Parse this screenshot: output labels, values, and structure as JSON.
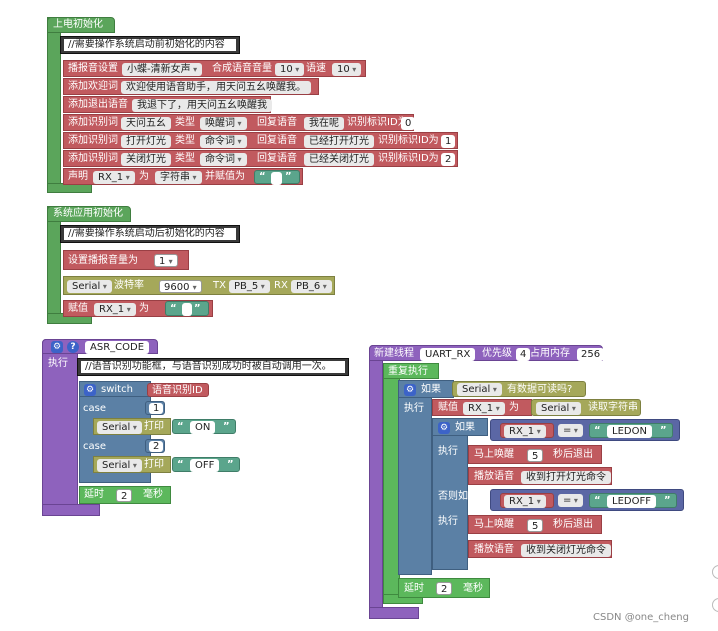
{
  "block1": {
    "hat": "上电初始化",
    "comment": "//需要操作系统启动前初始化的内容",
    "r1": {
      "lbl1": "播报音设置",
      "voice": "小蝶-清新女声",
      "lbl2": "合成语音音量",
      "vol": "10",
      "lbl3": "语速",
      "speed": "10"
    },
    "r2": {
      "lbl": "添加欢迎词",
      "text": "欢迎使用语音助手，用天问五幺唤醒我。"
    },
    "r3": {
      "lbl": "添加退出语音",
      "text": "我退下了，用天问五幺唤醒我"
    },
    "r4": {
      "lbl1": "添加识别词",
      "word": "天问五幺",
      "lbl2": "类型",
      "type": "唤醒词",
      "lbl3": "回复语音",
      "reply": "我在呢",
      "lbl4": "识别标识ID为",
      "id": "0"
    },
    "r5": {
      "lbl1": "添加识别词",
      "word": "打开灯光",
      "lbl2": "类型",
      "type": "命令词",
      "lbl3": "回复语音",
      "reply": "已经打开灯光",
      "lbl4": "识别标识ID为",
      "id": "1"
    },
    "r6": {
      "lbl1": "添加识别词",
      "word": "关闭灯光",
      "lbl2": "类型",
      "type": "命令词",
      "lbl3": "回复语音",
      "reply": "已经关闭灯光",
      "lbl4": "识别标识ID为",
      "id": "2"
    },
    "r7": {
      "lbl1": "声明",
      "var": "RX_1",
      "lbl2": "为",
      "type": "字符串",
      "lbl3": "并赋值为"
    }
  },
  "block2": {
    "hat": "系统应用初始化",
    "comment": "//需要操作系统启动后初始化的内容",
    "r1": {
      "lbl": "设置播报音量为",
      "val": "1"
    },
    "r2": {
      "serial": "Serial",
      "lbl1": "波特率",
      "baud": "9600",
      "lbl2": "TX",
      "tx": "PB_5",
      "lbl3": "RX",
      "rx": "PB_6"
    },
    "r3": {
      "lbl1": "赋值",
      "var": "RX_1",
      "lbl2": "为"
    }
  },
  "block3": {
    "name": "ASR_CODE",
    "exec": "执行",
    "comment": "//语音识别功能框，与语音识别成功时被自动调用一次。",
    "sw": "switch",
    "swval": "语音识别ID",
    "case": "case",
    "c1": "1",
    "c2": "2",
    "p1": {
      "serial": "Serial",
      "lbl": "打印",
      "text": "ON"
    },
    "p2": {
      "serial": "Serial",
      "lbl": "打印",
      "text": "OFF"
    },
    "delay": "延时",
    "delayval": "2",
    "ms": "毫秒"
  },
  "block4": {
    "hat": "新建线程",
    "name": "UART_RX",
    "lbl1": "优先级",
    "pri": "4",
    "lbl2": "占用内存",
    "mem": "256",
    "repeat": "重复执行",
    "if": "如果",
    "serial": "Serial",
    "readable": "有数据可读吗?",
    "exec": "执行",
    "assign": "赋值",
    "var": "RX_1",
    "wei": "为",
    "readstr": "读取字符串",
    "eq": "=",
    "on": "LEDON",
    "off": "LEDOFF",
    "wake": "马上唤醒",
    "wakeval": "5",
    "after": "秒后退出",
    "play": "播放语音",
    "playon": "收到打开灯光命令",
    "playoff": "收到关闭灯光命令",
    "elif": "否则如果",
    "delay": "延时",
    "delayval": "2",
    "ms": "毫秒"
  },
  "watermark": "CSDN @one_cheng"
}
